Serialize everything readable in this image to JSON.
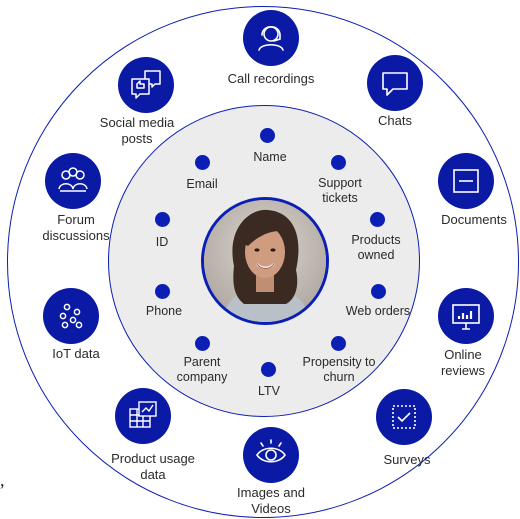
{
  "outer_items": [
    {
      "label": "Call recordings",
      "icon": "headset-person-icon"
    },
    {
      "label": "Chats",
      "icon": "chat-bubble-icon"
    },
    {
      "label": "Documents",
      "icon": "document-icon"
    },
    {
      "label": "Online\nreviews",
      "icon": "monitor-chart-icon"
    },
    {
      "label": "Surveys",
      "icon": "checkbox-icon"
    },
    {
      "label": "Images and\nVideos",
      "icon": "eye-icon"
    },
    {
      "label": "Product usage\ndata",
      "icon": "spreadsheet-chart-icon"
    },
    {
      "label": "IoT data",
      "icon": "iot-nodes-icon"
    },
    {
      "label": "Forum\ndiscussions",
      "icon": "people-group-icon"
    },
    {
      "label": "Social media\nposts",
      "icon": "social-chat-icon"
    }
  ],
  "inner_items": [
    {
      "label": "Name"
    },
    {
      "label": "Support\ntickets"
    },
    {
      "label": "Products\nowned"
    },
    {
      "label": "Web orders"
    },
    {
      "label": "Propensity to\nchurn"
    },
    {
      "label": "LTV"
    },
    {
      "label": "Parent\ncompany"
    },
    {
      "label": "Phone"
    },
    {
      "label": "ID"
    },
    {
      "label": "Email"
    }
  ],
  "center": {
    "image": "customer-portrait"
  },
  "stray_mark": ",",
  "colors": {
    "accent": "#0b1fb4",
    "inner_ring_fill": "#ececec",
    "icon_fill": "#0a1aa5"
  }
}
